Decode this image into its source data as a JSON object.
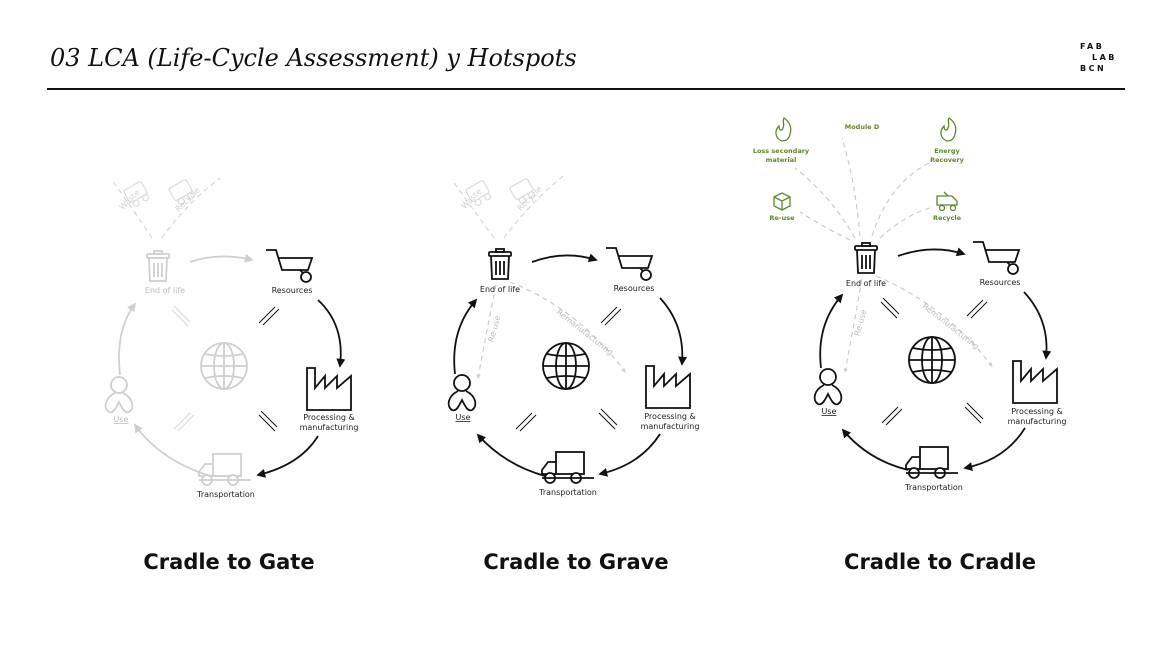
{
  "header": {
    "title": "03 LCA (Life-Cycle Assessment) y Hotspots"
  },
  "logo": {
    "line1": "FAB",
    "line2": "LAB",
    "line3": "BCN"
  },
  "stages": {
    "end_of_life": "End of life",
    "resources": "Resources",
    "processing": "Processing &",
    "manufacturing": "manufacturing",
    "transportation": "Transportation",
    "use": "Use"
  },
  "ghost": {
    "waste": "Waste",
    "recycle": "Recycle"
  },
  "flows": {
    "reuse": "Re-use",
    "remanufacturing": "Remanufacturing"
  },
  "module_d": {
    "title": "Module D",
    "loss_line1": "Loss secondary",
    "loss_line2": "material",
    "energy_line1": "Energy",
    "energy_line2": "Recovery",
    "reuse": "Re-use",
    "recycle": "Recycle"
  },
  "captions": {
    "gate": "Cradle to Gate",
    "grave": "Cradle to Grave",
    "cradle": "Cradle to Cradle"
  },
  "colors": {
    "accent_green": "#5a8a2a",
    "faded": "#cfcfcf",
    "ink": "#111111"
  }
}
